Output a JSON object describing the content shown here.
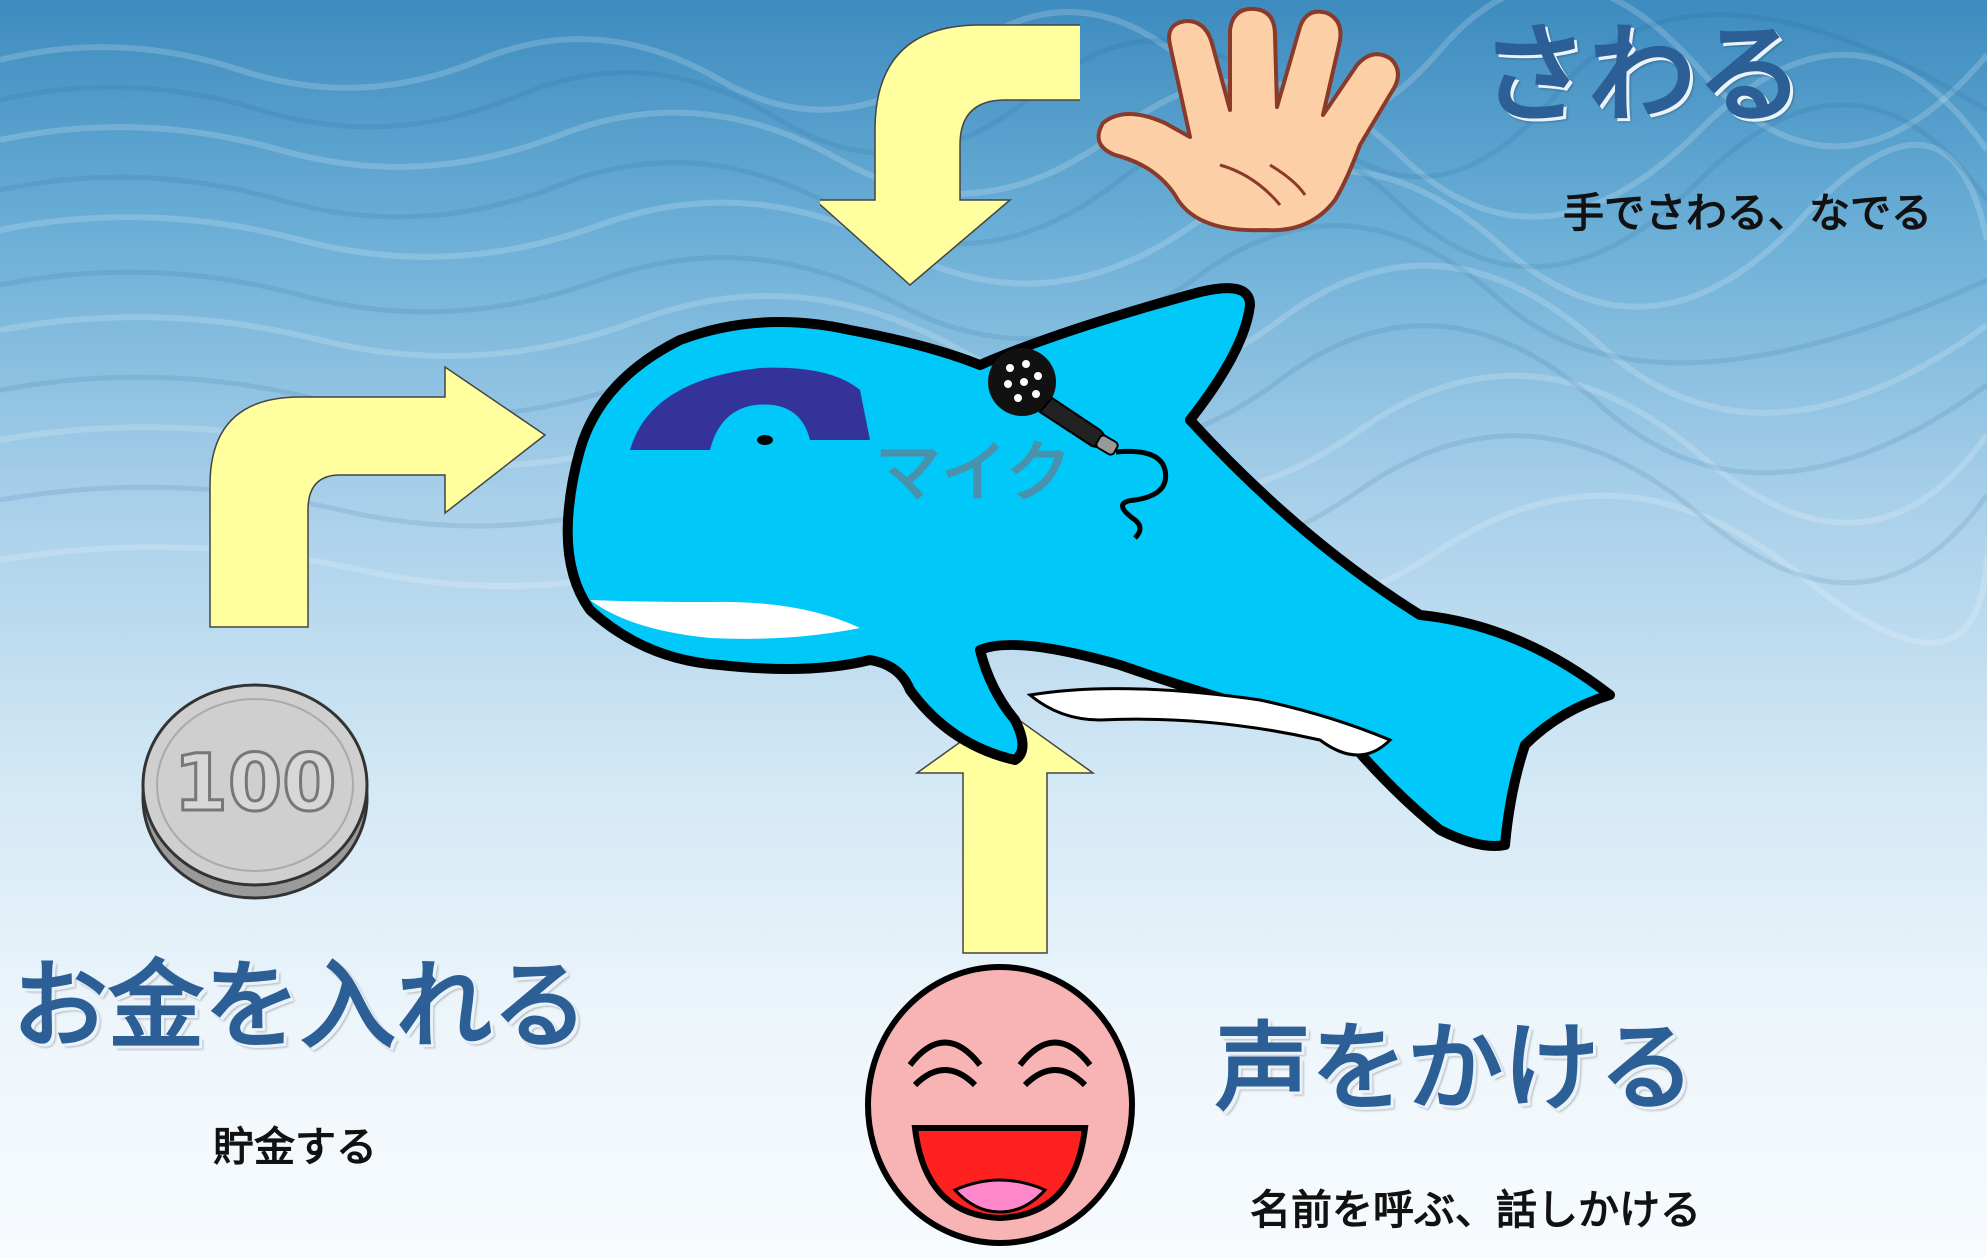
{
  "actions": {
    "touch": {
      "title": "さわる",
      "description": "手でさわる、なでる"
    },
    "money": {
      "title": "お金を入れる",
      "description": "貯金する",
      "coin_label": "100"
    },
    "voice": {
      "title": "声をかける",
      "description": "名前を呼ぶ、話しかける"
    }
  },
  "dolphin": {
    "mic_label": "マイク"
  },
  "colors": {
    "heading": "#2b5f96",
    "arrow_fill": "#ffffa0",
    "dolphin_body": "#00c8f8",
    "dolphin_head_patch": "#33339a",
    "hand": "#fdcfa6",
    "face": "#f8b4b4",
    "coin": "#c8c8c8"
  }
}
